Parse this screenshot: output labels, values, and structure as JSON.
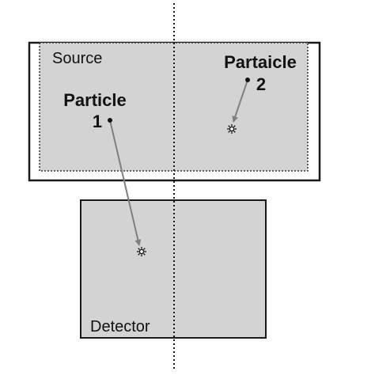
{
  "labels": {
    "source": "Source",
    "detector": "Detector",
    "particle1_name": "Particle",
    "particle1_number": "1",
    "particle2_name": "Partaicle",
    "particle2_number": "2"
  },
  "colors": {
    "fill": "#d3d3d3",
    "outline": "#1a1a1a",
    "arrow": "#7f7f7f",
    "text": "#111111",
    "background": "#ffffff"
  },
  "icons": {
    "hit_marker": "sunburst-icon"
  }
}
